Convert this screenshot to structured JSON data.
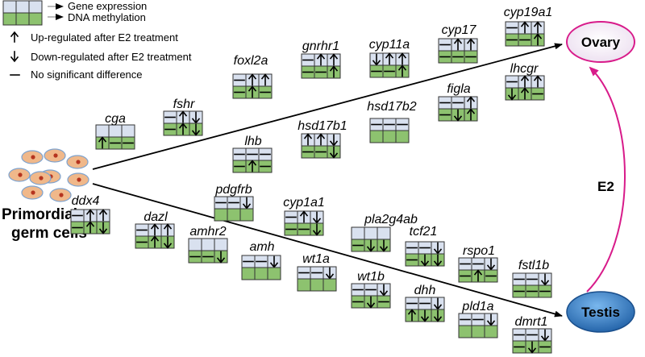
{
  "colors": {
    "expression_cell": "#d9e1ef",
    "methylation_cell": "#8dc26f",
    "ovary_fill": "#f6eef8",
    "ovary_stroke": "#d81b8a",
    "testis_fill": "#3a86d0",
    "arc": "#d81b8a",
    "cell_fill": "#f0b88a",
    "cell_stroke": "#7ea3cf"
  },
  "legend": {
    "gene_expression": "Gene expression",
    "dna_methylation": "DNA methylation",
    "up": "Up-regulated after E2 treatment",
    "down": "Down-regulated after E2 treatment",
    "none": "No significant difference",
    "up_icon": "up-arrow",
    "down_icon": "down-arrow",
    "none_icon": "dash"
  },
  "nodes": {
    "primordial_line1": "Primordial",
    "primordial_line2": "germ cells",
    "ovary": "Ovary",
    "testis": "Testis",
    "treatment": "E2"
  },
  "genes": [
    {
      "name": "cga",
      "expression": [
        "",
        "",
        ""
      ],
      "methylation": [
        "up",
        "none",
        "none"
      ]
    },
    {
      "name": "fshr",
      "expression": [
        "none",
        "up",
        "down"
      ],
      "methylation": [
        "none",
        "up",
        "down"
      ]
    },
    {
      "name": "foxl2a",
      "expression": [
        "none",
        "up",
        "up"
      ],
      "methylation": [
        "none",
        "up",
        "none"
      ]
    },
    {
      "name": "gnrhr1",
      "expression": [
        "none",
        "up",
        "up"
      ],
      "methylation": [
        "none",
        "none",
        "up"
      ]
    },
    {
      "name": "cyp11a",
      "expression": [
        "down",
        "up",
        "up"
      ],
      "methylation": [
        "none",
        "none",
        "up"
      ]
    },
    {
      "name": "cyp17",
      "expression": [
        "none",
        "up",
        "up"
      ],
      "methylation": [
        "none",
        "none",
        "none"
      ]
    },
    {
      "name": "cyp19a1",
      "expression": [
        "none",
        "up",
        "up"
      ],
      "methylation": [
        "none",
        "none",
        "up"
      ]
    },
    {
      "name": "lhcgr",
      "expression": [
        "none",
        "up",
        "up"
      ],
      "methylation": [
        "down",
        "up",
        "none"
      ]
    },
    {
      "name": "figla",
      "expression": [
        "none",
        "none",
        "up"
      ],
      "methylation": [
        "none",
        "down",
        "up"
      ]
    },
    {
      "name": "hsd17b2",
      "expression": [
        "none",
        "none",
        "none"
      ],
      "methylation": [
        "",
        "",
        ""
      ]
    },
    {
      "name": "hsd17b1",
      "expression": [
        "up",
        "up",
        "down"
      ],
      "methylation": [
        "none",
        "none",
        "down"
      ]
    },
    {
      "name": "lhb",
      "expression": [
        "none",
        "none",
        "none"
      ],
      "methylation": [
        "none",
        "up",
        "none"
      ]
    },
    {
      "name": "pdgfrb",
      "expression": [
        "none",
        "none",
        "down"
      ],
      "methylation": [
        "",
        "",
        ""
      ]
    },
    {
      "name": "cyp1a1",
      "expression": [
        "none",
        "up",
        "down"
      ],
      "methylation": [
        "none",
        "none",
        "down"
      ]
    },
    {
      "name": "pla2g4ab",
      "expression": [
        "",
        "",
        ""
      ],
      "methylation": [
        "none",
        "down",
        "down"
      ]
    },
    {
      "name": "tcf21",
      "expression": [
        "none",
        "none",
        "down"
      ],
      "methylation": [
        "none",
        "down",
        "down"
      ]
    },
    {
      "name": "rspo1",
      "expression": [
        "none",
        "none",
        "down"
      ],
      "methylation": [
        "none",
        "up",
        "none"
      ]
    },
    {
      "name": "fstl1b",
      "expression": [
        "none",
        "none",
        "down"
      ],
      "methylation": [
        "none",
        "none",
        "none"
      ]
    },
    {
      "name": "ddx4",
      "expression": [
        "none",
        "up",
        "up"
      ],
      "methylation": [
        "none",
        "up",
        "down"
      ]
    },
    {
      "name": "dazl",
      "expression": [
        "none",
        "up",
        "up"
      ],
      "methylation": [
        "none",
        "up",
        "down"
      ]
    },
    {
      "name": "amhr2",
      "expression": [
        "",
        "",
        ""
      ],
      "methylation": [
        "none",
        "none",
        "down"
      ]
    },
    {
      "name": "amh",
      "expression": [
        "none",
        "none",
        "down"
      ],
      "methylation": [
        "",
        "",
        ""
      ]
    },
    {
      "name": "wt1a",
      "expression": [
        "none",
        "none",
        "down"
      ],
      "methylation": [
        "",
        "",
        ""
      ]
    },
    {
      "name": "wt1b",
      "expression": [
        "none",
        "none",
        "down"
      ],
      "methylation": [
        "none",
        "down",
        "none"
      ]
    },
    {
      "name": "dhh",
      "expression": [
        "none",
        "none",
        "down"
      ],
      "methylation": [
        "up",
        "down",
        "down"
      ]
    },
    {
      "name": "pld1a",
      "expression": [
        "none",
        "none",
        "down"
      ],
      "methylation": [
        "",
        "",
        ""
      ]
    },
    {
      "name": "dmrt1",
      "expression": [
        "none",
        "none",
        "down"
      ],
      "methylation": [
        "none",
        "down",
        "none"
      ]
    }
  ]
}
